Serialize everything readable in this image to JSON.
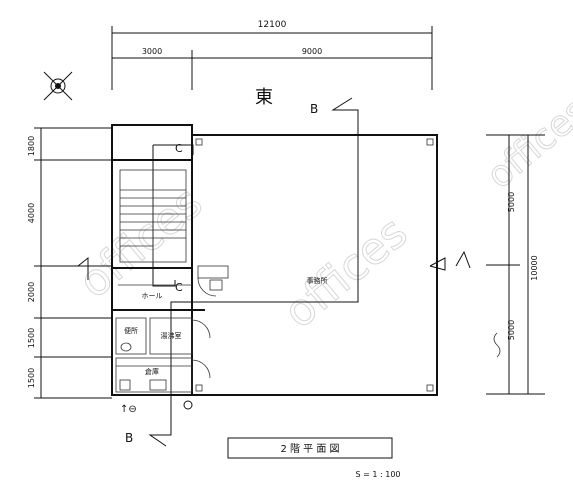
{
  "dimensions": {
    "total_width": "12100",
    "left_width": "3000",
    "right_width": "9000",
    "left_side": [
      "1800",
      "4000",
      "2000",
      "1500",
      "1500"
    ],
    "right_side": [
      "5000",
      "10000",
      "5000"
    ]
  },
  "labels": {
    "north": "東",
    "section_b": "B",
    "section_c": "C",
    "office": "事務所",
    "hall": "ホール",
    "toilet": "便所",
    "kitchen": "湯沸室",
    "storage": "倉庫",
    "plan_title": "2 階 平 面 図",
    "scale": "S = 1 : 100"
  },
  "watermark": "offices"
}
